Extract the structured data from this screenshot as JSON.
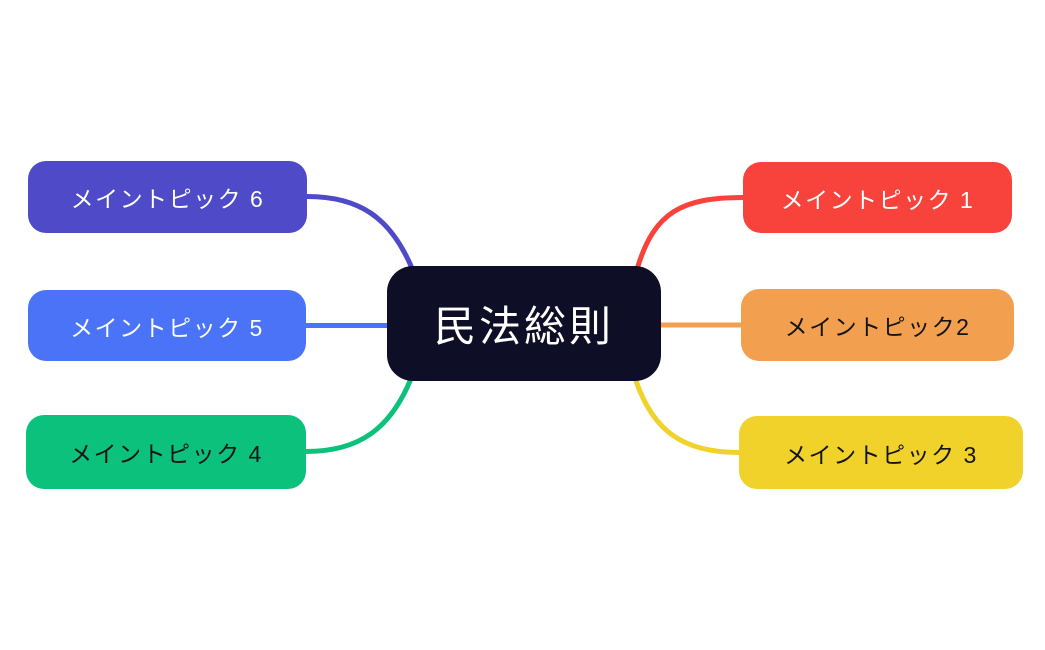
{
  "canvas": {
    "background": "#ffffff"
  },
  "center": {
    "label": "民法総則",
    "bg": "#0E0E26",
    "text_color": "#ffffff"
  },
  "branches": [
    {
      "id": 1,
      "label": "メイントピック 1",
      "side": "right",
      "position": "top",
      "bg": "#F8423C",
      "text_color": "#ffffff"
    },
    {
      "id": 2,
      "label": "メイントピック2",
      "side": "right",
      "position": "middle",
      "bg": "#F2A04F",
      "text_color": "#141414"
    },
    {
      "id": 3,
      "label": "メイントピック 3",
      "side": "right",
      "position": "bottom",
      "bg": "#F0D22B",
      "text_color": "#141414"
    },
    {
      "id": 4,
      "label": "メイントピック 4",
      "side": "left",
      "position": "bottom",
      "bg": "#0CC17C",
      "text_color": "#141414"
    },
    {
      "id": 5,
      "label": "メイントピック 5",
      "side": "left",
      "position": "middle",
      "bg": "#4A73F8",
      "text_color": "#ffffff"
    },
    {
      "id": 6,
      "label": "メイントピック 6",
      "side": "left",
      "position": "top",
      "bg": "#4F4AC8",
      "text_color": "#ffffff"
    }
  ],
  "connectors": [
    {
      "from": "center",
      "to": "topic-1",
      "shape": "curve-up-right",
      "color": "#F8423C"
    },
    {
      "from": "center",
      "to": "topic-2",
      "shape": "straight",
      "color": "#F2A04F"
    },
    {
      "from": "center",
      "to": "topic-3",
      "shape": "curve-down-right",
      "color": "#F0D22B"
    },
    {
      "from": "center",
      "to": "topic-4",
      "shape": "curve-down-left",
      "color": "#0CC17C"
    },
    {
      "from": "center",
      "to": "topic-5",
      "shape": "straight",
      "color": "#4A73F8"
    },
    {
      "from": "center",
      "to": "topic-6",
      "shape": "curve-up-left",
      "color": "#4F4AC8"
    }
  ]
}
